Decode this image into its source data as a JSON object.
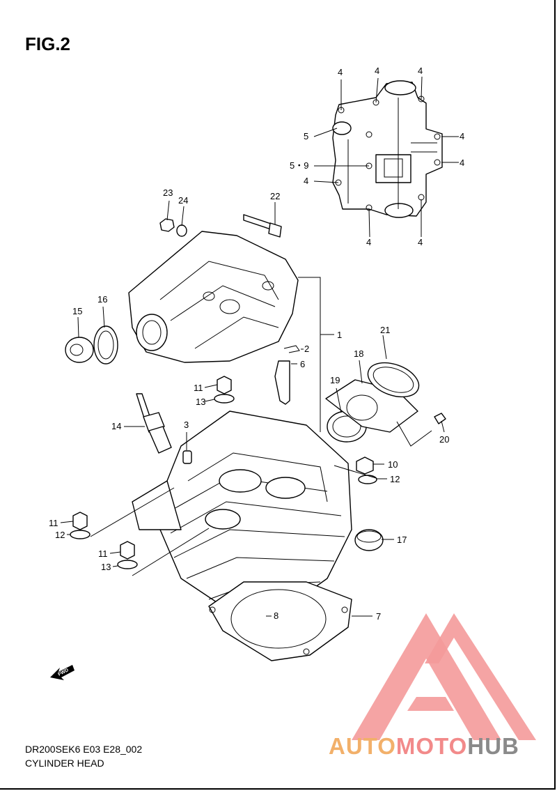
{
  "figure": {
    "title": "FIG.2",
    "code": "DR200SEK6 E03 E28_002",
    "name": "CYLINDER HEAD",
    "fwd_label": "FWD"
  },
  "callouts": [
    "1",
    "2",
    "3",
    "4",
    "5",
    "5・9",
    "6",
    "7",
    "8",
    "10",
    "11",
    "12",
    "13",
    "14",
    "15",
    "16",
    "17",
    "18",
    "19",
    "20",
    "21",
    "22",
    "23",
    "24"
  ],
  "watermark": {
    "parts": [
      "AUTO",
      "MOTO",
      "HUB"
    ],
    "colors": [
      "#f2b06a",
      "#f28a8a",
      "#8a8a8a"
    ],
    "logo_color": "#f49a9a"
  }
}
